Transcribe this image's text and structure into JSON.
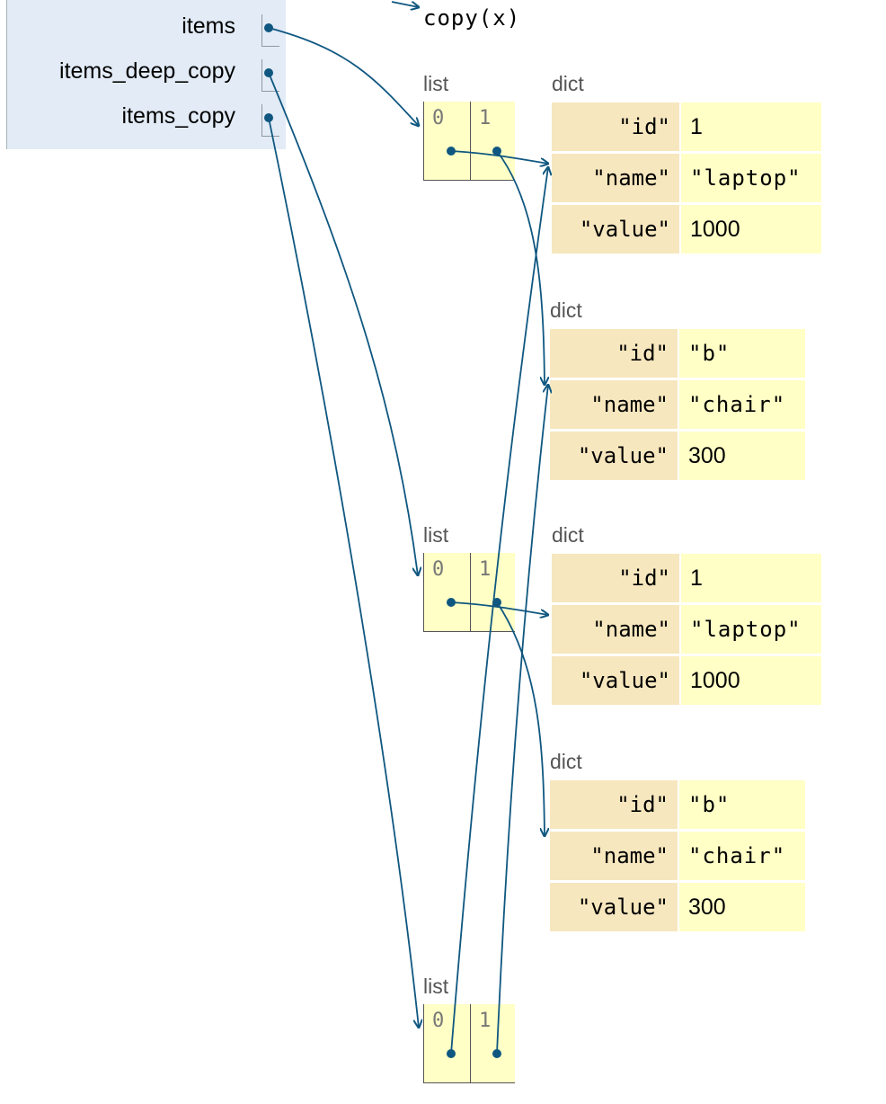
{
  "code_label": "copy(x)",
  "frame": {
    "variables": [
      {
        "name": "items"
      },
      {
        "name": "items_deep_copy"
      },
      {
        "name": "items_copy"
      }
    ]
  },
  "type_labels": {
    "list": "list",
    "dict": "dict"
  },
  "lists": [
    {
      "indices": [
        "0",
        "1"
      ]
    },
    {
      "indices": [
        "0",
        "1"
      ]
    },
    {
      "indices": [
        "0",
        "1"
      ]
    }
  ],
  "dicts": [
    {
      "entries": [
        {
          "key": "\"id\"",
          "value": "1"
        },
        {
          "key": "\"name\"",
          "value": "\"laptop\""
        },
        {
          "key": "\"value\"",
          "value": "1000"
        }
      ]
    },
    {
      "entries": [
        {
          "key": "\"id\"",
          "value": "\"b\""
        },
        {
          "key": "\"name\"",
          "value": "\"chair\""
        },
        {
          "key": "\"value\"",
          "value": "300"
        }
      ]
    },
    {
      "entries": [
        {
          "key": "\"id\"",
          "value": "1"
        },
        {
          "key": "\"name\"",
          "value": "\"laptop\""
        },
        {
          "key": "\"value\"",
          "value": "1000"
        }
      ]
    },
    {
      "entries": [
        {
          "key": "\"id\"",
          "value": "\"b\""
        },
        {
          "key": "\"name\"",
          "value": "\"chair\""
        },
        {
          "key": "\"value\"",
          "value": "300"
        }
      ]
    }
  ],
  "colors": {
    "arrow": "#0f5780",
    "frame_bg": "#e2ebf6",
    "list_bg": "#ffffc6",
    "dict_key_bg": "#f7e7be",
    "dict_value_bg": "#ffffc6"
  }
}
